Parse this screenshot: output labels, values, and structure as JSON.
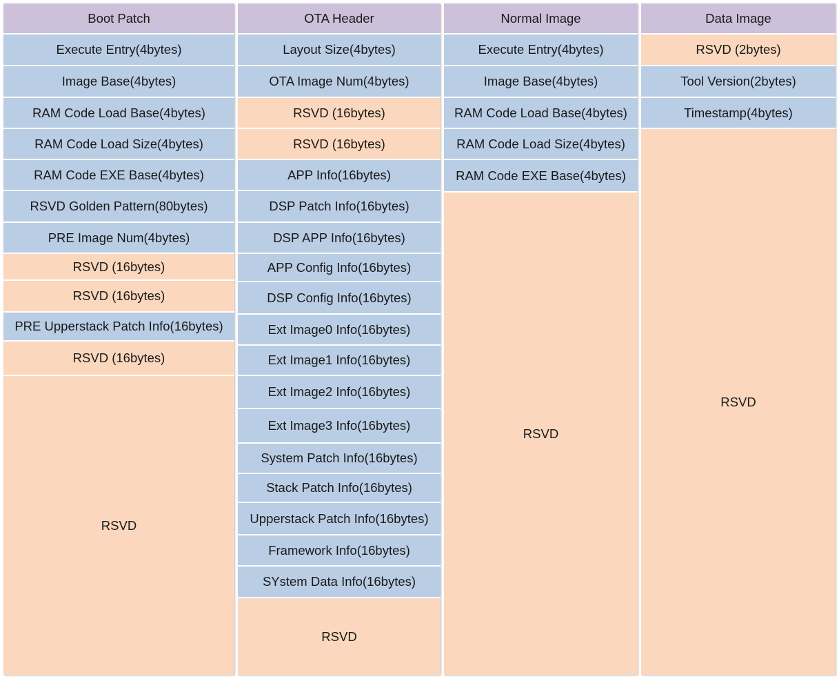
{
  "colors": {
    "header": "#ccc0da",
    "info": "#b9cde4",
    "rsvd": "#fad7bd"
  },
  "columns": [
    {
      "title": "Boot Patch",
      "rows": [
        {
          "label": "Execute Entry(4bytes)",
          "kind": "info"
        },
        {
          "label": "Image Base(4bytes)",
          "kind": "info"
        },
        {
          "label": "RAM Code Load Base(4bytes)",
          "kind": "info"
        },
        {
          "label": "RAM Code Load Size(4bytes)",
          "kind": "info"
        },
        {
          "label": "RAM Code EXE Base(4bytes)",
          "kind": "info"
        },
        {
          "label": "RSVD Golden Pattern(80bytes)",
          "kind": "info"
        },
        {
          "label": "PRE Image Num(4bytes)",
          "kind": "info"
        },
        {
          "label": "RSVD (16bytes)",
          "kind": "rsvd"
        },
        {
          "label": "RSVD (16bytes)",
          "kind": "rsvd"
        },
        {
          "label": "PRE Upperstack Patch Info(16bytes)",
          "kind": "info"
        },
        {
          "label": "RSVD (16bytes)",
          "kind": "rsvd"
        },
        {
          "label": "RSVD",
          "kind": "rsvd"
        }
      ]
    },
    {
      "title": "OTA Header",
      "rows": [
        {
          "label": "Layout Size(4bytes)",
          "kind": "info"
        },
        {
          "label": "OTA Image Num(4bytes)",
          "kind": "info"
        },
        {
          "label": "RSVD (16bytes)",
          "kind": "rsvd"
        },
        {
          "label": "RSVD (16bytes)",
          "kind": "rsvd"
        },
        {
          "label": "APP Info(16bytes)",
          "kind": "info"
        },
        {
          "label": "DSP Patch Info(16bytes)",
          "kind": "info"
        },
        {
          "label": "DSP APP Info(16bytes)",
          "kind": "info"
        },
        {
          "label": "APP Config Info(16bytes)",
          "kind": "info"
        },
        {
          "label": "DSP Config Info(16bytes)",
          "kind": "info"
        },
        {
          "label": "Ext Image0 Info(16bytes)",
          "kind": "info"
        },
        {
          "label": "Ext Image1 Info(16bytes)",
          "kind": "info"
        },
        {
          "label": "Ext Image2 Info(16bytes)",
          "kind": "info"
        },
        {
          "label": "Ext Image3 Info(16bytes)",
          "kind": "info"
        },
        {
          "label": "System Patch Info(16bytes)",
          "kind": "info"
        },
        {
          "label": "Stack Patch Info(16bytes)",
          "kind": "info"
        },
        {
          "label": "Upperstack Patch Info(16bytes)",
          "kind": "info"
        },
        {
          "label": "Framework Info(16bytes)",
          "kind": "info"
        },
        {
          "label": "SYstem Data Info(16bytes)",
          "kind": "info"
        },
        {
          "label": "RSVD",
          "kind": "rsvd"
        }
      ]
    },
    {
      "title": "Normal Image",
      "rows": [
        {
          "label": "Execute Entry(4bytes)",
          "kind": "info"
        },
        {
          "label": "Image Base(4bytes)",
          "kind": "info"
        },
        {
          "label": "RAM Code Load Base(4bytes)",
          "kind": "info"
        },
        {
          "label": "RAM Code Load Size(4bytes)",
          "kind": "info"
        },
        {
          "label": "RAM Code EXE Base(4bytes)",
          "kind": "info"
        },
        {
          "label": "RSVD",
          "kind": "rsvd"
        }
      ]
    },
    {
      "title": "Data Image",
      "rows": [
        {
          "label": "RSVD (2bytes)",
          "kind": "rsvd"
        },
        {
          "label": "Tool Version(2bytes)",
          "kind": "info"
        },
        {
          "label": "Timestamp(4bytes)",
          "kind": "info"
        },
        {
          "label": "RSVD",
          "kind": "rsvd"
        }
      ]
    }
  ]
}
